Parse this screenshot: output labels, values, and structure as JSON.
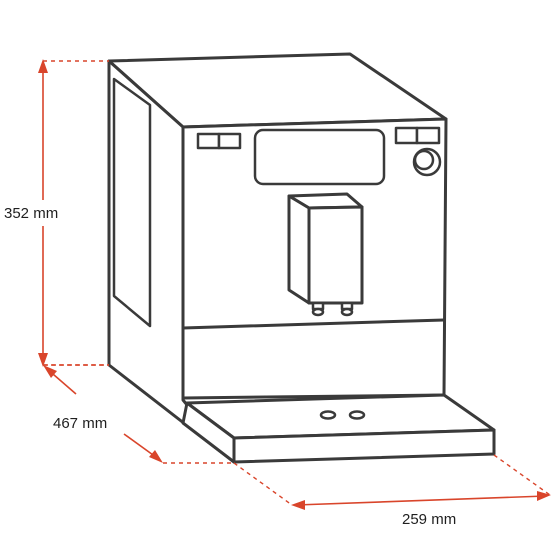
{
  "dimensions": {
    "height": "352 mm",
    "depth": "467 mm",
    "width": "259 mm"
  },
  "colors": {
    "outline": "#3a3a3a",
    "dimension_lines": "#d9452b"
  }
}
